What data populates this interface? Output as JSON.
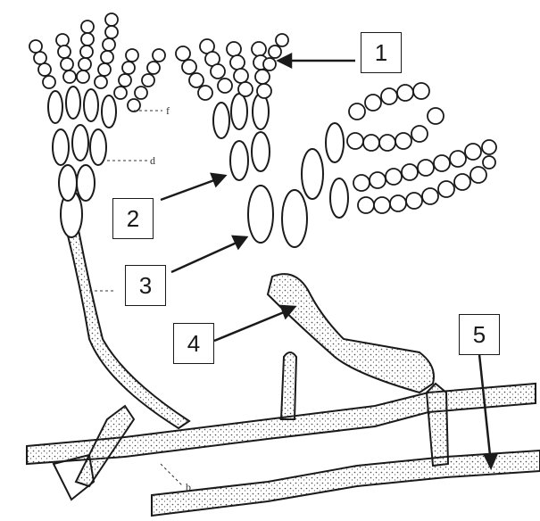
{
  "figure": {
    "labels": [
      "1",
      "2",
      "3",
      "4",
      "5"
    ],
    "small_letters": [
      "f",
      "d",
      "b"
    ]
  },
  "colors": {
    "ink": "#1a1a1a",
    "stipple": "#4a4a4a",
    "background": "#ffffff"
  }
}
